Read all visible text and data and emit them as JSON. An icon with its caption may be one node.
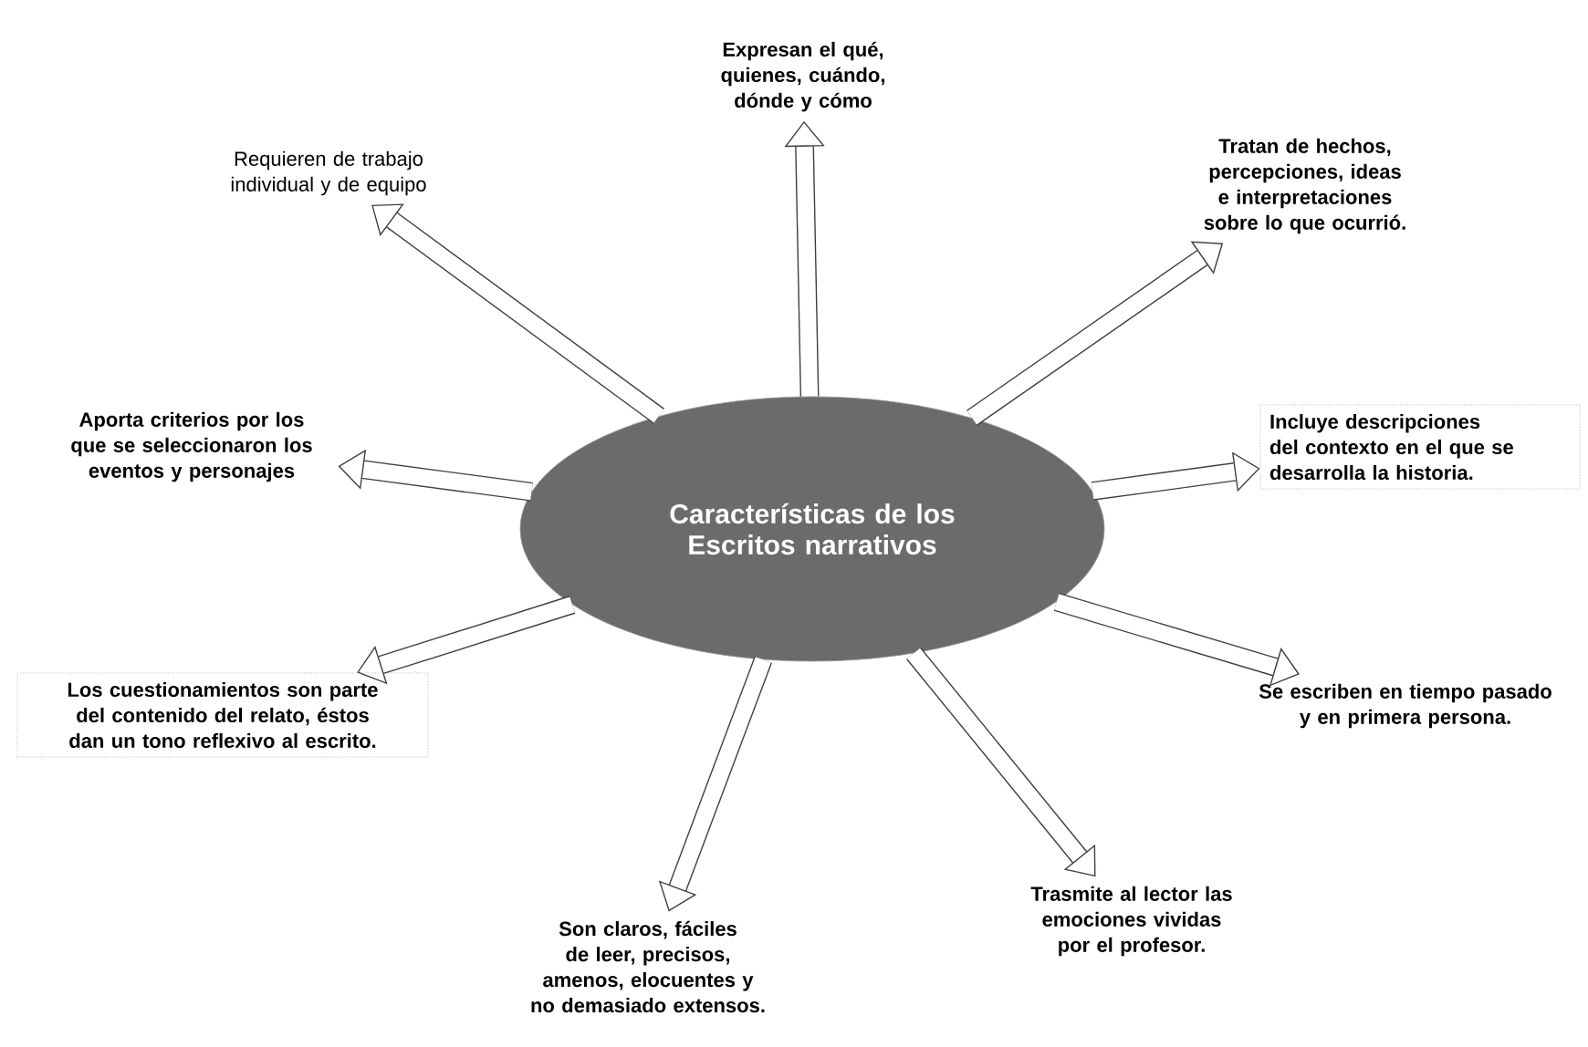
{
  "diagram": {
    "nodes": [
      {
        "text": [
          "Características de los Escritos narrativos"
        ]
      },
      {
        "text": [
          "Expresan el qué, quienes, cuándo, dónde y cómo"
        ]
      },
      {
        "text": [
          "Requieren de trabajo individual y de equipo"
        ]
      },
      {
        "text": [
          "Tratan de hechos, percepciones, ideas e interpretaciones sobre lo que ocurrió."
        ]
      },
      {
        "text": [
          "Aporta criterios por los que se seleccionaron los eventos y personajes"
        ]
      },
      {
        "text": [
          "Incluye descripciones del contexto en el que se desarrolla la historia."
        ]
      },
      {
        "text": [
          "Los cuestionamientos son parte del contenido del relato, éstos dan un tono reflexivo al escrito."
        ]
      },
      {
        "text": [
          "Se escriben en tiempo pasado y en primera persona."
        ]
      },
      {
        "text": [
          "Trasmite al lector las emociones vividas por el profesor."
        ]
      },
      {
        "text": [
          "Son claros, fáciles de leer, precisos, amenos, elocuentes y no demasiado extensos."
        ]
      }
    ],
    "edges": [
      {
        "from": 0,
        "to": 1,
        "arrow": "to"
      },
      {
        "from": 0,
        "to": 2,
        "arrow": "to"
      },
      {
        "from": 0,
        "to": 3,
        "arrow": "to"
      },
      {
        "from": 0,
        "to": 4,
        "arrow": "to"
      },
      {
        "from": 0,
        "to": 5,
        "arrow": "to"
      },
      {
        "from": 0,
        "to": 6,
        "arrow": "to"
      },
      {
        "from": 0,
        "to": 7,
        "arrow": "to"
      },
      {
        "from": 0,
        "to": 8,
        "arrow": "to"
      },
      {
        "from": 0,
        "to": 9,
        "arrow": "to"
      }
    ]
  }
}
